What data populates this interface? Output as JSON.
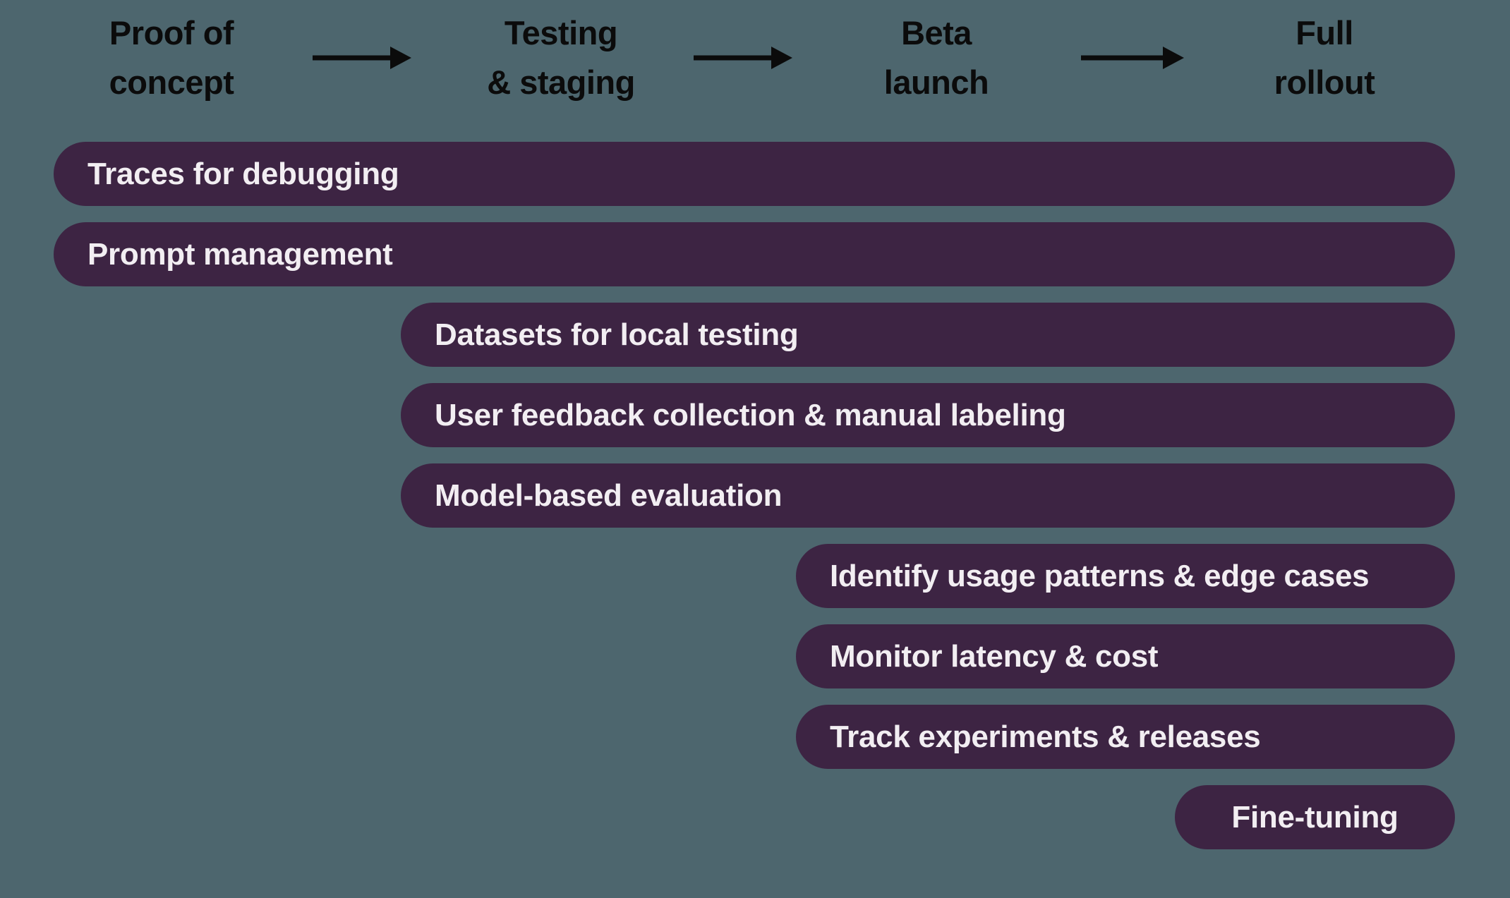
{
  "diagram": {
    "type": "lifecycle-gantt",
    "colors": {
      "background": "#4D666E",
      "bar_fill": "#3D2443",
      "bar_text": "#F2EEF2",
      "header_text": "#0B0B0B",
      "arrow": "#0B0B0B"
    },
    "stages": [
      {
        "label": "Proof of\nconcept"
      },
      {
        "label": "Testing\n& staging"
      },
      {
        "label": "Beta\nlaunch"
      },
      {
        "label": "Full\nrollout"
      }
    ],
    "bars": [
      {
        "label": "Traces for debugging",
        "starts_at_stage": "Proof of concept",
        "ends_at_stage": "Full rollout"
      },
      {
        "label": "Prompt management",
        "starts_at_stage": "Proof of concept",
        "ends_at_stage": "Full rollout"
      },
      {
        "label": "Datasets for local testing",
        "starts_at_stage": "Testing & staging",
        "ends_at_stage": "Full rollout"
      },
      {
        "label": "User feedback collection & manual labeling",
        "starts_at_stage": "Testing & staging",
        "ends_at_stage": "Full rollout"
      },
      {
        "label": "Model-based evaluation",
        "starts_at_stage": "Testing & staging",
        "ends_at_stage": "Full rollout"
      },
      {
        "label": "Identify usage patterns & edge cases",
        "starts_at_stage": "Beta launch",
        "ends_at_stage": "Full rollout"
      },
      {
        "label": "Monitor latency & cost",
        "starts_at_stage": "Beta launch",
        "ends_at_stage": "Full rollout"
      },
      {
        "label": "Track experiments & releases",
        "starts_at_stage": "Beta launch",
        "ends_at_stage": "Full rollout"
      },
      {
        "label": "Fine-tuning",
        "starts_at_stage": "Full rollout",
        "ends_at_stage": "Full rollout"
      }
    ]
  }
}
